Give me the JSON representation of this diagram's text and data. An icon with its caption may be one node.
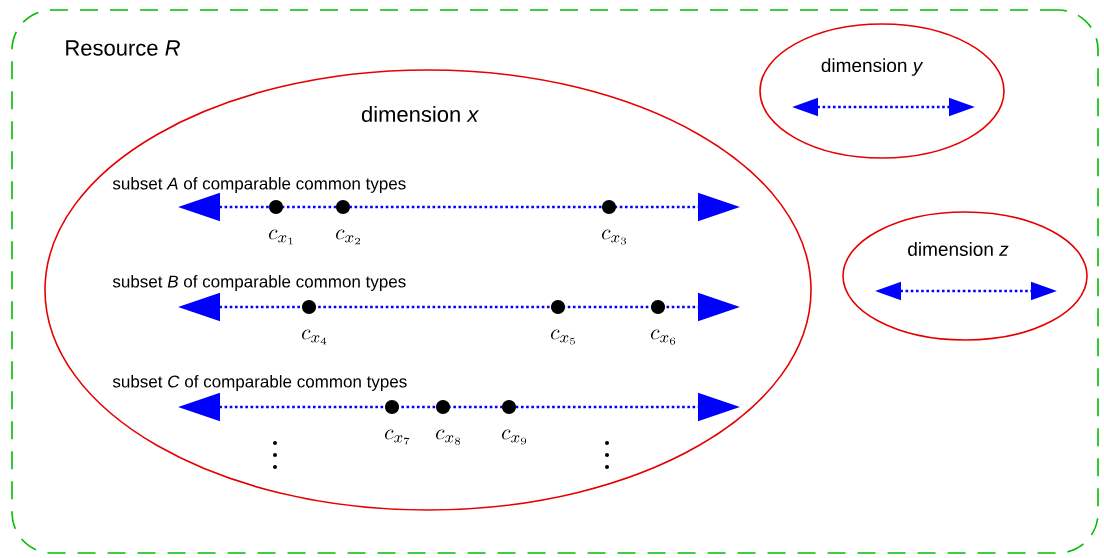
{
  "diagram": {
    "nodes": [
      {
        "text": [
          "Resource *R*"
        ]
      },
      {
        "text": [
          "dimension *x*",
          "subset *A* of comparable common types",
          "subset *B* of comparable common types",
          "subset *C* of comparable common types"
        ],
        "in": 0
      },
      {
        "text": [
          "dimension *y*"
        ],
        "in": 0
      },
      {
        "text": [
          "dimension *z*"
        ],
        "in": 0
      }
    ],
    "labels": [
      "c_{x_1}",
      "c_{x_2}",
      "c_{x_3}",
      "c_{x_4}",
      "c_{x_5}",
      "c_{x_6}",
      "c_{x_7}",
      "c_{x_8}",
      "c_{x_9}"
    ]
  }
}
